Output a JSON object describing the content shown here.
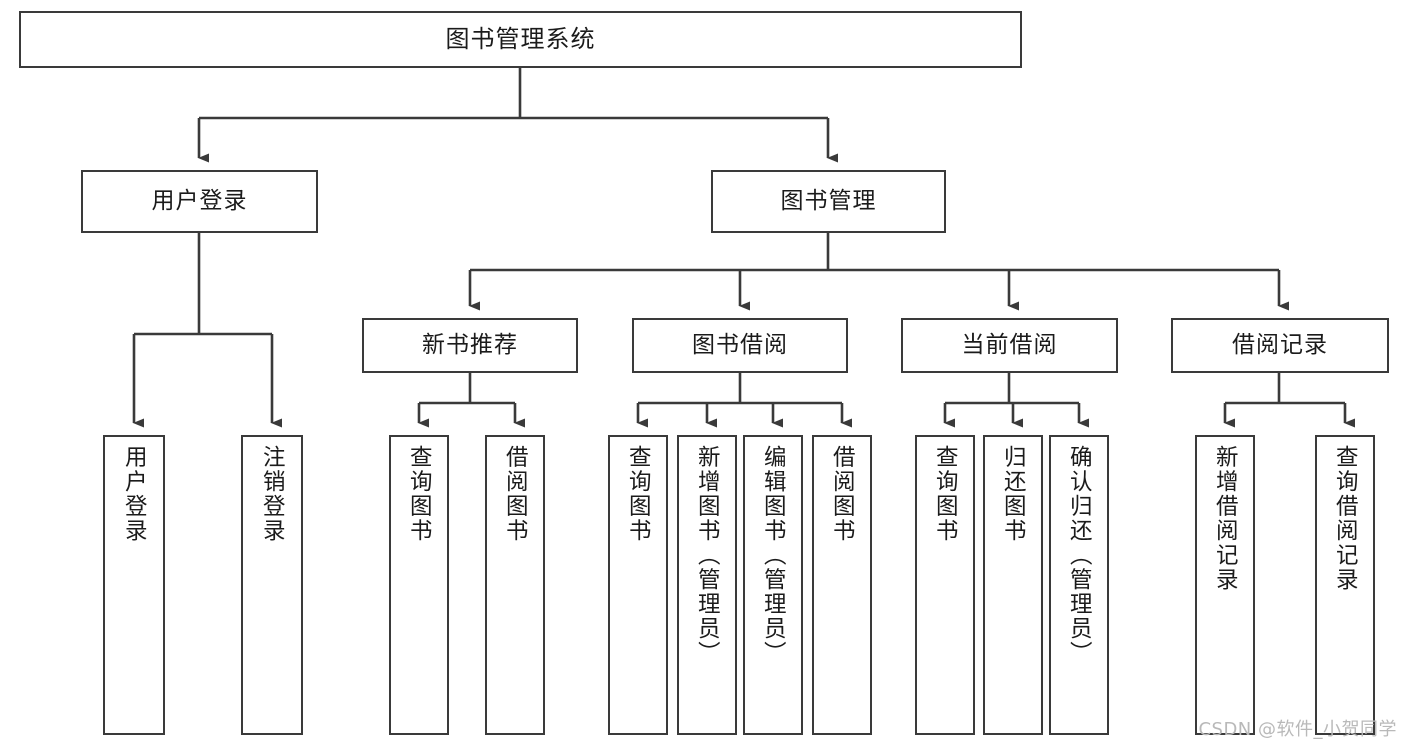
{
  "meta": {
    "title": "图书管理系统",
    "watermark": "CSDN @软件_小贺同学",
    "edge_color": "#3a3a3a",
    "box_border_color": "#3a3a3a",
    "box_fill_color": "#ffffff",
    "text_color": "#1b1b1b",
    "watermark_color": "#b9b9b9"
  },
  "chart_data": {
    "type": "tree-diagram",
    "title": "图书管理系统",
    "orientation": "top-down",
    "levels": 4,
    "node_count": 21,
    "nodes": [
      {
        "id": "root",
        "label": "图书管理系统",
        "level": 0,
        "parent": null
      },
      {
        "id": "login",
        "label": "用户登录",
        "level": 1,
        "parent": "root"
      },
      {
        "id": "bookmgmt",
        "label": "图书管理",
        "level": 1,
        "parent": "root"
      },
      {
        "id": "newbook",
        "label": "新书推荐",
        "level": 2,
        "parent": "bookmgmt"
      },
      {
        "id": "borrow",
        "label": "图书借阅",
        "level": 2,
        "parent": "bookmgmt"
      },
      {
        "id": "current",
        "label": "当前借阅",
        "level": 2,
        "parent": "bookmgmt"
      },
      {
        "id": "record",
        "label": "借阅记录",
        "level": 2,
        "parent": "bookmgmt"
      },
      {
        "id": "l1",
        "label": "用户登录",
        "level": 2,
        "parent": "login"
      },
      {
        "id": "l2",
        "label": "注销登录",
        "level": 2,
        "parent": "login"
      },
      {
        "id": "n1",
        "label": "查询图书",
        "level": 3,
        "parent": "newbook"
      },
      {
        "id": "n2",
        "label": "借阅图书",
        "level": 3,
        "parent": "newbook"
      },
      {
        "id": "b1",
        "label": "查询图书",
        "level": 3,
        "parent": "borrow"
      },
      {
        "id": "b2",
        "label": "新增图书（管理员）",
        "level": 3,
        "parent": "borrow"
      },
      {
        "id": "b3",
        "label": "编辑图书（管理员）",
        "level": 3,
        "parent": "borrow"
      },
      {
        "id": "b4",
        "label": "借阅图书",
        "level": 3,
        "parent": "borrow"
      },
      {
        "id": "c1",
        "label": "查询图书",
        "level": 3,
        "parent": "current"
      },
      {
        "id": "c2",
        "label": "归还图书",
        "level": 3,
        "parent": "current"
      },
      {
        "id": "c3",
        "label": "确认归还（管理员）",
        "level": 3,
        "parent": "current"
      },
      {
        "id": "r1",
        "label": "新增借阅记录",
        "level": 3,
        "parent": "record"
      },
      {
        "id": "r2",
        "label": "查询借阅记录",
        "level": 3,
        "parent": "record"
      }
    ]
  },
  "tree": {
    "root": {
      "label": "图书管理系统"
    },
    "level1": [
      {
        "label": "用户登录"
      },
      {
        "label": "图书管理"
      }
    ],
    "level2": [
      {
        "label": "新书推荐"
      },
      {
        "label": "图书借阅"
      },
      {
        "label": "当前借阅"
      },
      {
        "label": "借阅记录"
      }
    ],
    "leaves_login": [
      {
        "label": "用户登录"
      },
      {
        "label": "注销登录"
      }
    ],
    "leaves_newbook": [
      {
        "label": "查询图书"
      },
      {
        "label": "借阅图书"
      }
    ],
    "leaves_borrow": [
      {
        "label": "查询图书"
      },
      {
        "label": "新增图书（管理员）"
      },
      {
        "label": "编辑图书（管理员）"
      },
      {
        "label": "借阅图书"
      }
    ],
    "leaves_current": [
      {
        "label": "查询图书"
      },
      {
        "label": "归还图书"
      },
      {
        "label": "确认归还（管理员）"
      }
    ],
    "leaves_record": [
      {
        "label": "新增借阅记录"
      },
      {
        "label": "查询借阅记录"
      }
    ]
  }
}
